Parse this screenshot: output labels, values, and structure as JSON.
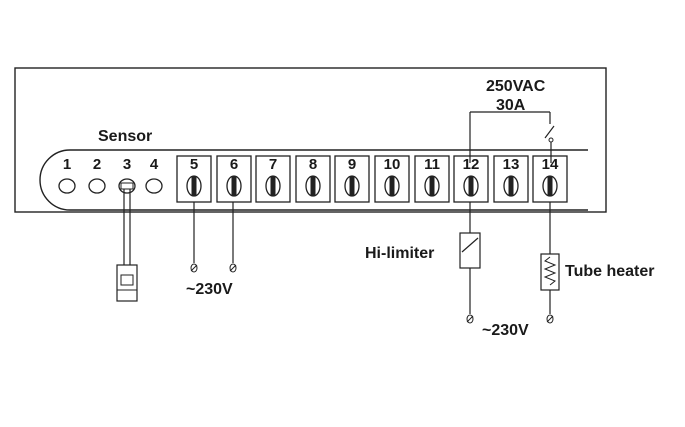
{
  "sensor_label": "Sensor",
  "sensor_terminals": [
    "1",
    "2",
    "3",
    "4"
  ],
  "screw_terminals": [
    "5",
    "6",
    "7",
    "8",
    "9",
    "10",
    "11",
    "12",
    "13",
    "14"
  ],
  "relay_rating": {
    "voltage": "250VAC",
    "current": "30A"
  },
  "supply_label_left": "~230V",
  "supply_label_right": "~230V",
  "hi_limiter_label": "Hi-limiter",
  "tube_heater_label": "Tube heater"
}
